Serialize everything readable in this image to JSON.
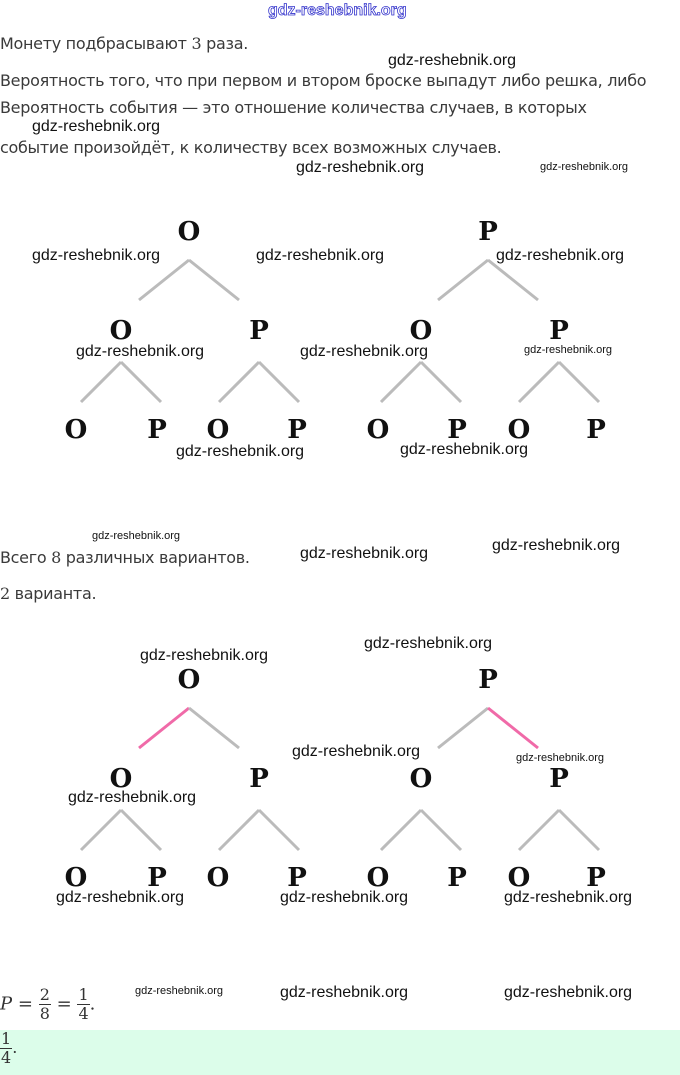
{
  "header_watermark": "gdz-reshebnik.org",
  "watermark": "gdz-reshebnik.org",
  "lines": {
    "l1_pre": "Монету подбрасывают ",
    "l1_num": "3",
    "l1_post": " раза.",
    "l2": "Вероятность того, что при первом и втором броске выпадут либо решка, либо",
    "l3": "Вероятность события — это отношение количества случаев, в которых",
    "l4": "событие произойдёт, к количеству всех возможных случаев.",
    "l5_pre": "Всего ",
    "l5_num": "8",
    "l5_post": " различных вариантов.",
    "l6_num": "2",
    "l6_post": " варианта."
  },
  "tree": {
    "roots": [
      "O",
      "P"
    ],
    "level2": [
      "O",
      "P",
      "O",
      "P"
    ],
    "leaves": [
      "O",
      "P",
      "O",
      "P",
      "O",
      "P",
      "O",
      "P"
    ],
    "highlight_color": "#f06aa8",
    "line_color": "#bbbbbb"
  },
  "formula": {
    "P": "P",
    "eq": "=",
    "n1": "2",
    "d1": "8",
    "n2": "1",
    "d2": "4",
    "dot": "."
  },
  "answer": {
    "n": "1",
    "d": "4",
    "dot": "."
  }
}
